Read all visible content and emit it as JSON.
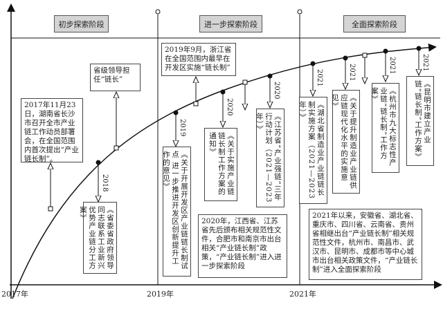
{
  "phases": [
    "初步探索阶段",
    "进一步探索阶段",
    "全面探索阶段"
  ],
  "axis_labels": [
    "2017年",
    "2019年",
    "2021年"
  ],
  "year_tags": [
    "2018",
    "2019",
    "2020",
    "2020",
    "2021",
    "2021",
    "2021",
    "2021"
  ],
  "events": {
    "changsha": "2017年11月23日，湖南省长沙市召开全市产业链工作动员部署会，在全国范围内首次提出“产业链长制”。",
    "leader": "省级领导担任“链长”",
    "hunan_doc": "《省委省政府领导同志联系工业新兴优势产业链分工方案》",
    "kaifaqu_doc": "《关于开展开发区产业链链长制试点 进一步推进开发区创新提升工作的意见》",
    "zhejiang": "2019年9月，浙江省在全国范围内最早在开发区实施“链长制”",
    "implement_doc": "《关于实施产业链链长制工作方案的通知》",
    "jiangsu_doc": "《江苏省“产业强链”三年行动计划（2021—2023年）》",
    "stage2_summary": "2020年，江西省、江苏省先后颁布相关规范性文件，合肥市和南京市出台相关“产业链长制”政策，“产业链长制”进入进一步探索阶段",
    "hubei_doc": "《湖北省制造业产业链链长制实施方案（2021—2023年）》",
    "supply_doc": "《关于提升制造业产业链供应链现代化水平的实施意见》",
    "hangzhou_doc": "《杭州市九大标志性产业链“链长制”工作方案》",
    "kunming_doc": "《昆明市建立产业链“链长制”工作方案》",
    "stage3_summary": "2021年以来，安徽省、湖北省、重庆市、四川省、云南省、贵州省相继出台“产业链长制”相关规范性文件，杭州市、南昌市、武汉市、昆明市、成都市等中心城市出台相关政策文件，“产业链长制”进入全面探索阶段"
  },
  "colors": {
    "phase_bg": "#d4d4d4",
    "line": "#111111"
  }
}
